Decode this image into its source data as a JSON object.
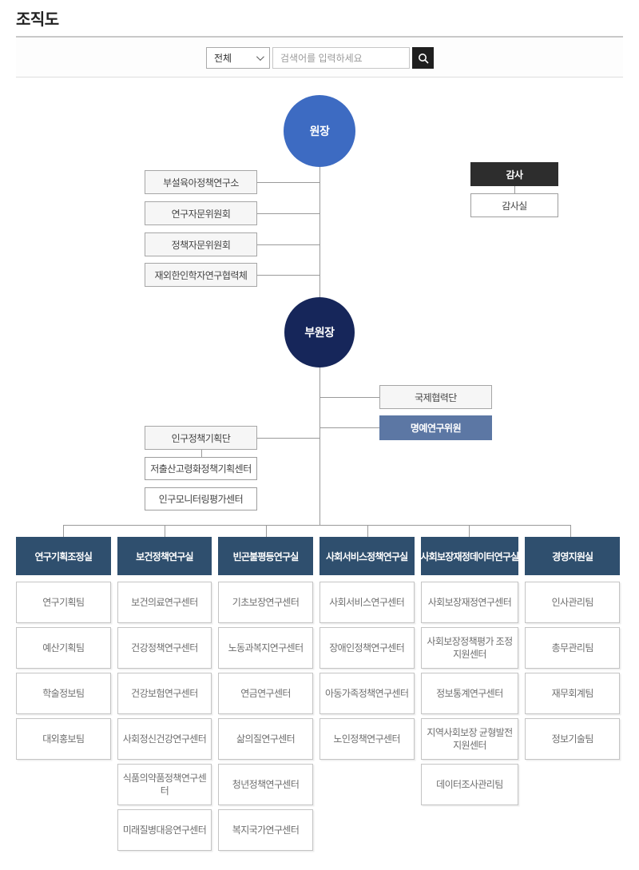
{
  "page": {
    "title": "조직도"
  },
  "search": {
    "category": "전체",
    "placeholder": "검색어를 입력하세요",
    "button_icon": "search-icon"
  },
  "org": {
    "director": "원장",
    "vice_director": "부원장",
    "director_affiliates": [
      "부설육아정책연구소",
      "연구자문위원회",
      "정책자문위원회",
      "재외한인학자연구협력체"
    ],
    "audit": {
      "head": "감사",
      "office": "감사실"
    },
    "vice_affiliates": {
      "international": "국제협력단",
      "honorary": "명예연구위원",
      "population_head": "인구정책기획단",
      "population_children": [
        "저출산고령화정책기획센터",
        "인구모니터링평가센터"
      ]
    },
    "divisions": [
      {
        "name": "연구기획조정실",
        "teams": [
          "연구기획팀",
          "예산기획팀",
          "학술정보팀",
          "대외홍보팀"
        ]
      },
      {
        "name": "보건정책연구실",
        "teams": [
          "보건의료연구센터",
          "건강정책연구센터",
          "건강보험연구센터",
          "사회정신건강연구센터",
          "식품의약품정책연구센터",
          "미래질병대응연구센터"
        ]
      },
      {
        "name": "빈곤불평등연구실",
        "teams": [
          "기초보장연구센터",
          "노동과복지연구센터",
          "연금연구센터",
          "삶의질연구센터",
          "청년정책연구센터",
          "복지국가연구센터"
        ]
      },
      {
        "name": "사회서비스정책연구실",
        "teams": [
          "사회서비스연구센터",
          "장애인정책연구센터",
          "아동가족정책연구센터",
          "노인정책연구센터"
        ]
      },
      {
        "name": "사회보장재정데이터연구실",
        "teams": [
          "사회보장재정연구센터",
          "사회보장정책평가 조정지원센터",
          "정보통계연구센터",
          "지역사회보장 균형발전지원센터",
          "데이터조사관리팀"
        ]
      },
      {
        "name": "경영지원실",
        "teams": [
          "인사관리팀",
          "총무관리팀",
          "재무회계팀",
          "정보기술팀"
        ]
      }
    ]
  },
  "colors": {
    "director_circle": "#3d6bc2",
    "vice_director_circle": "#16265a",
    "honorary_box": "#5c77a4",
    "division_header": "#2f4f6e",
    "audit_box": "#2d2d2d",
    "search_button": "#1f1f1f"
  }
}
